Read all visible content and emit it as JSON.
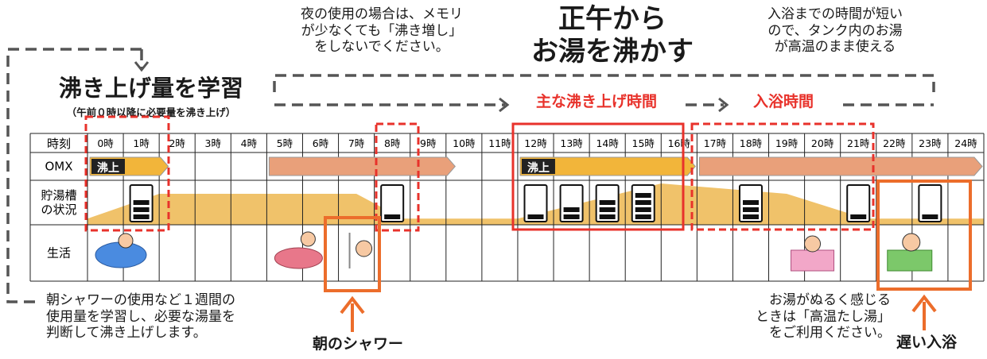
{
  "title": "正午から\nお湯を沸かす",
  "learn_title": "沸き上げ量を学習",
  "learn_sub": "（午前０時以降に必要量を沸き上げ）",
  "note_night": "夜の使用の場合は、メモリ\nが少なくても「沸き増し」\nをしないでください。",
  "note_bath": "入浴までの時間が短い\nので、タンク内のお湯\nが高温のまま使える",
  "main_heat_label": "主な沸き上げ時間",
  "bath_time_label": "入浴時間",
  "note_learn": "朝シャワーの使用など１週間の\n使用量を学習し、必要な湯量を\n判断して沸き上げします。",
  "morning_shower_label": "朝のシャワー",
  "note_lukewarm": "お湯がぬるく感じる\nときは「高温たし湯」\nをご利用ください。",
  "late_bath_label": "遅い入浴",
  "table": {
    "corner_label": "時刻",
    "row_labels": [
      "OMX",
      "貯湯槽\nの状況",
      "生活"
    ],
    "hours": [
      "0時",
      "1時",
      "2時",
      "3時",
      "4時",
      "5時",
      "6時",
      "7時",
      "8時",
      "9時",
      "10時",
      "11時",
      "12時",
      "13時",
      "14時",
      "15時",
      "16時",
      "17時",
      "18時",
      "19時",
      "20時",
      "21時",
      "22時",
      "23時",
      "24時"
    ],
    "heat_badge": "沸上"
  },
  "colors": {
    "red": "#e8322b",
    "orange": "#ec6d2b",
    "tank_fill": "#f0c26a",
    "bar": "#e9a07a",
    "heat_bar": "#f2b53a",
    "dash_gray": "#555555"
  },
  "chart_data": {
    "type": "area",
    "title": "",
    "xlabel": "時刻",
    "ylabel": "貯湯槽の状況",
    "x_range": [
      0,
      25
    ],
    "tank_level": [
      {
        "x": 0.0,
        "y": 0.15
      },
      {
        "x": 2.0,
        "y": 0.75
      },
      {
        "x": 7.5,
        "y": 0.75
      },
      {
        "x": 8.8,
        "y": 0.15
      },
      {
        "x": 12.0,
        "y": 0.15
      },
      {
        "x": 16.0,
        "y": 1.0
      },
      {
        "x": 19.5,
        "y": 0.75
      },
      {
        "x": 21.7,
        "y": 0.15
      },
      {
        "x": 25.0,
        "y": 0.15
      }
    ],
    "omx_bars": [
      {
        "start": 0,
        "end": 2.3,
        "style": "heating",
        "badge": "沸上"
      },
      {
        "start": 5,
        "end": 10.3,
        "style": "normal"
      },
      {
        "start": 12,
        "end": 17,
        "style": "heating",
        "badge": "沸上"
      },
      {
        "start": 17,
        "end": 25,
        "style": "normal"
      }
    ],
    "tanks": [
      {
        "hour": 1,
        "bars": 3
      },
      {
        "hour": 8,
        "bars": 1
      },
      {
        "hour": 12,
        "bars": 1
      },
      {
        "hour": 13,
        "bars": 2
      },
      {
        "hour": 14,
        "bars": 3
      },
      {
        "hour": 15,
        "bars": 4
      },
      {
        "hour": 18,
        "bars": 3
      },
      {
        "hour": 21,
        "bars": 1
      },
      {
        "hour": 23,
        "bars": 1
      }
    ]
  }
}
